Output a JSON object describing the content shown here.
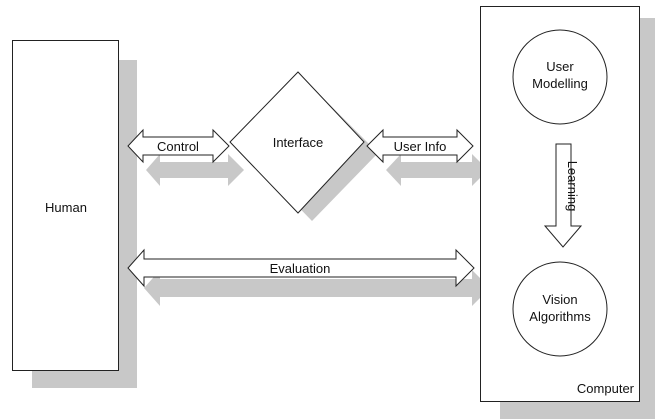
{
  "diagram": {
    "human": {
      "label": "Human"
    },
    "interface": {
      "label": "Interface"
    },
    "computer": {
      "label": "Computer"
    },
    "user_modelling": {
      "line1": "User",
      "line2": "Modelling"
    },
    "vision_algorithms": {
      "line1": "Vision",
      "line2": "Algorithms"
    },
    "arrows": {
      "control": "Control",
      "user_info": "User Info",
      "evaluation": "Evaluation",
      "learning": "Learning"
    },
    "colors": {
      "stroke": "#222222",
      "shadow": "#c8c8c8",
      "fill": "#ffffff",
      "text": "#111111"
    }
  }
}
